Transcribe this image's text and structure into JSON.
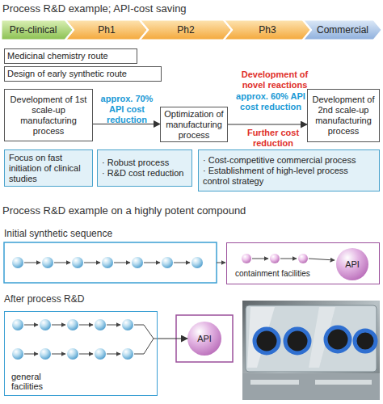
{
  "diagram": {
    "nodes": [
      {
        "text": [
          "Pre-clinical"
        ]
      },
      {
        "text": [
          "Ph1"
        ]
      },
      {
        "text": [
          "Ph2"
        ]
      },
      {
        "text": [
          "Ph3"
        ]
      },
      {
        "text": [
          "Commercial"
        ]
      },
      {
        "text": [
          "Medicinal chemistry route"
        ]
      },
      {
        "text": [
          "Design of early synthetic route"
        ]
      },
      {
        "text": [
          "Development of 1st scale-up manufacturing process"
        ]
      },
      {
        "text": [
          "Optimization of manufacturing process"
        ]
      },
      {
        "text": [
          "Development of 2nd scale-up manufacturing process"
        ]
      },
      {
        "text": [
          "Focus on fast initiation of clinical studies"
        ]
      },
      {
        "text": [
          "· Robust process",
          "· R&D cost reduction"
        ]
      },
      {
        "text": [
          "· Cost-competitive commercial process",
          "· Establishment of high-level process control strategy"
        ]
      },
      {
        "text": [
          "containment facilities"
        ]
      },
      {
        "text": [
          "API"
        ],
        "in": 13
      },
      {
        "text": [
          "general facilities"
        ]
      },
      {
        "text": [
          "API"
        ]
      }
    ],
    "edges": [
      {
        "from": 7,
        "to": 8,
        "label": "approx. 70% API cost reduction",
        "arrow": "to"
      },
      {
        "from": 8,
        "to": 9,
        "label": "approx. 60% API cost reduction",
        "arrow": "to"
      },
      {
        "from": 15,
        "to": 16,
        "arrow": "to"
      }
    ],
    "labels": [
      "Process R&D example; API-cost saving",
      "Development of novel reactions",
      "Further cost reduction",
      "Process R&D example on a highly potent compound",
      "Initial synthetic sequence",
      "After process R&D"
    ]
  }
}
